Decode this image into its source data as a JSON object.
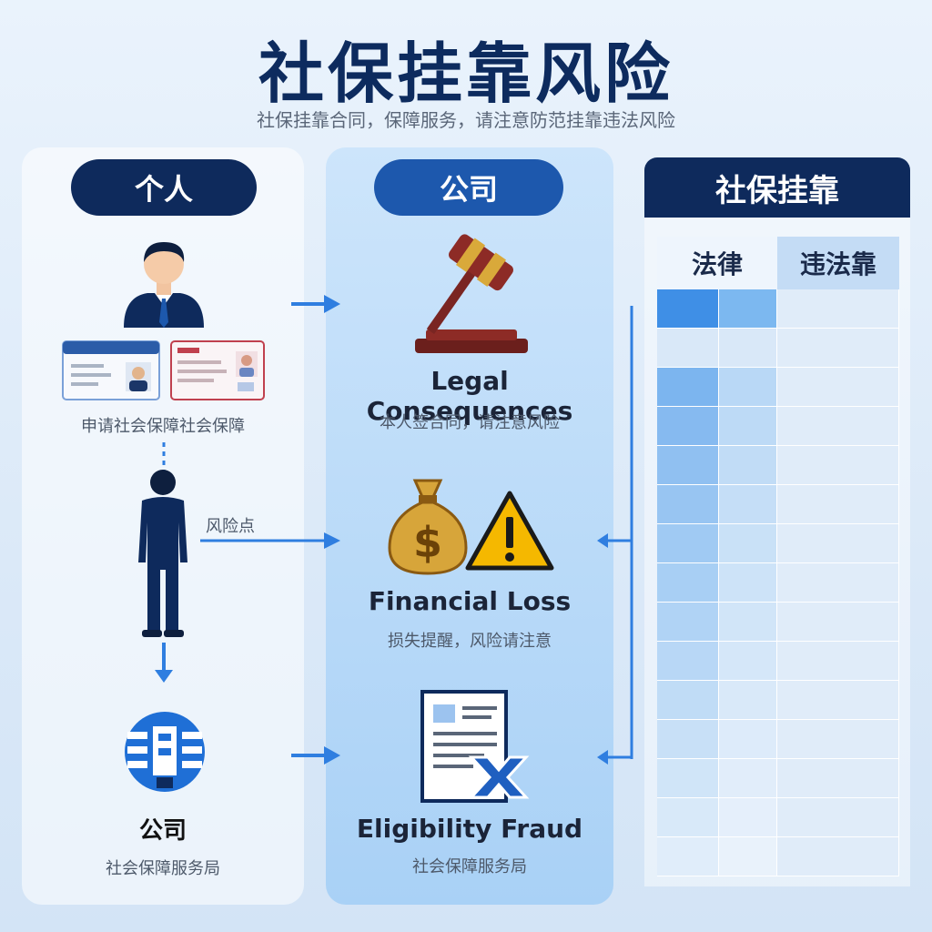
{
  "page": {
    "title": "社保挂靠风险",
    "subtitle": "社保挂靠合同，保障服务，请注意防范挂靠违法风险"
  },
  "left": {
    "header": "个人",
    "caption_top": "申请社会保障社会保障",
    "risk_label": "风险点",
    "company_title": "公司",
    "company_caption": "社会保障服务局"
  },
  "middle": {
    "header": "公司",
    "items": [
      {
        "title": "Legal Consequences",
        "caption": "本人签合同，请注意风险",
        "icon": "gavel-icon"
      },
      {
        "title": "Financial Loss",
        "caption": "损失提醒，风险请注意",
        "icon": "money-bag-icon"
      },
      {
        "title": "Eligibility Fraud",
        "caption": "社会保障服务局",
        "icon": "document-x-icon"
      }
    ]
  },
  "right": {
    "header": "社保挂靠",
    "col_a": "法律",
    "col_b": "违法靠"
  },
  "colors": {
    "navy": "#0e2a5c",
    "blue": "#1d58ad",
    "arrow": "#2f7ee0",
    "warning": "#f5b800",
    "money": "#d7a53a"
  }
}
